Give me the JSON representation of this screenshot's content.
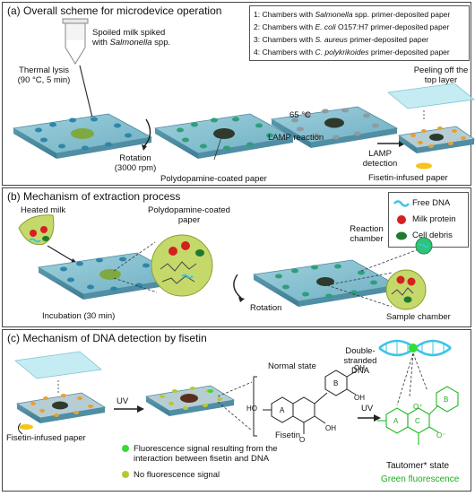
{
  "panel_a": {
    "title": "(a) Overall scheme for microdevice operation",
    "spoiled_milk_line1": "Spoiled milk spiked",
    "spoiled_milk_line2_prefix": "with ",
    "spoiled_milk_line2_italic": "Salmonella",
    "spoiled_milk_line2_suffix": " spp.",
    "thermal_lysis_line1": "Thermal lysis",
    "thermal_lysis_line2": "(90 °C, 5 min)",
    "rotation_line1": "Rotation",
    "rotation_line2": "(3000 rpm)",
    "polydopamine_label": "Polydopamine-coated paper",
    "temp_label": "65 °C",
    "lamp_reaction": "LAMP reaction",
    "peeling_line1": "Peeling off the",
    "peeling_line2": "top layer",
    "lamp_detection_line1": "LAMP",
    "lamp_detection_line2": "detection",
    "fisetin_paper_label": "Fisetin-infused paper",
    "legend": [
      {
        "prefix": "1: Chambers with ",
        "italic": "Salmonella",
        "suffix": " spp. primer-deposited paper"
      },
      {
        "prefix": "2: Chambers with ",
        "italic": "E. coli",
        "suffix": " O157:H7 primer-deposited paper"
      },
      {
        "prefix": "3: Chambers with ",
        "italic": "S. aureus",
        "suffix": "  primer-deposited paper"
      },
      {
        "prefix": "4: Chambers with ",
        "italic": "C. polykrikoides",
        "suffix": " primer-deposited paper"
      }
    ]
  },
  "panel_b": {
    "title": "(b) Mechanism of extraction process",
    "heated_milk": "Heated milk",
    "polydopamine_line1": "Polydopamine-coated",
    "polydopamine_line2": "paper",
    "incubation": "Incubation (30 min)",
    "rotation": "Rotation",
    "reaction_chamber_line1": "Reaction",
    "reaction_chamber_line2": "chamber",
    "sample_chamber": "Sample chamber",
    "legend": [
      {
        "label": "Free DNA",
        "color": "#3cc4e8"
      },
      {
        "label": "Milk protein",
        "color": "#d42020"
      },
      {
        "label": "Cell debris",
        "color": "#1e7a2e"
      }
    ]
  },
  "panel_c": {
    "title": "(c) Mechanism of DNA detection by fisetin",
    "fisetin_paper": "Fisetin-infused paper",
    "uv_left": "UV",
    "uv_right": "UV",
    "normal_state": "Normal state",
    "fisetin_label": "Fisetin",
    "double_stranded_line1": "Double-",
    "double_stranded_line2": "stranded",
    "double_stranded_line3": "DNA",
    "tautomer_state": "Tautomer* state",
    "green_fluorescence": "Green fluorescence",
    "fluor_signal_line1": "Fluorescence signal resulting from the",
    "fluor_signal_line2": "interaction between fisetin and DNA",
    "no_fluor_signal": "No fluorescence signal",
    "ring_a": "A",
    "ring_b": "B",
    "ring_c": "C",
    "oh": "OH",
    "ho": "HO",
    "o": "O",
    "o_minus": "O⁻",
    "o_plus": "O⁺",
    "colors": {
      "fluorescent": "#33dd33",
      "no_signal": "#b8c830"
    }
  }
}
